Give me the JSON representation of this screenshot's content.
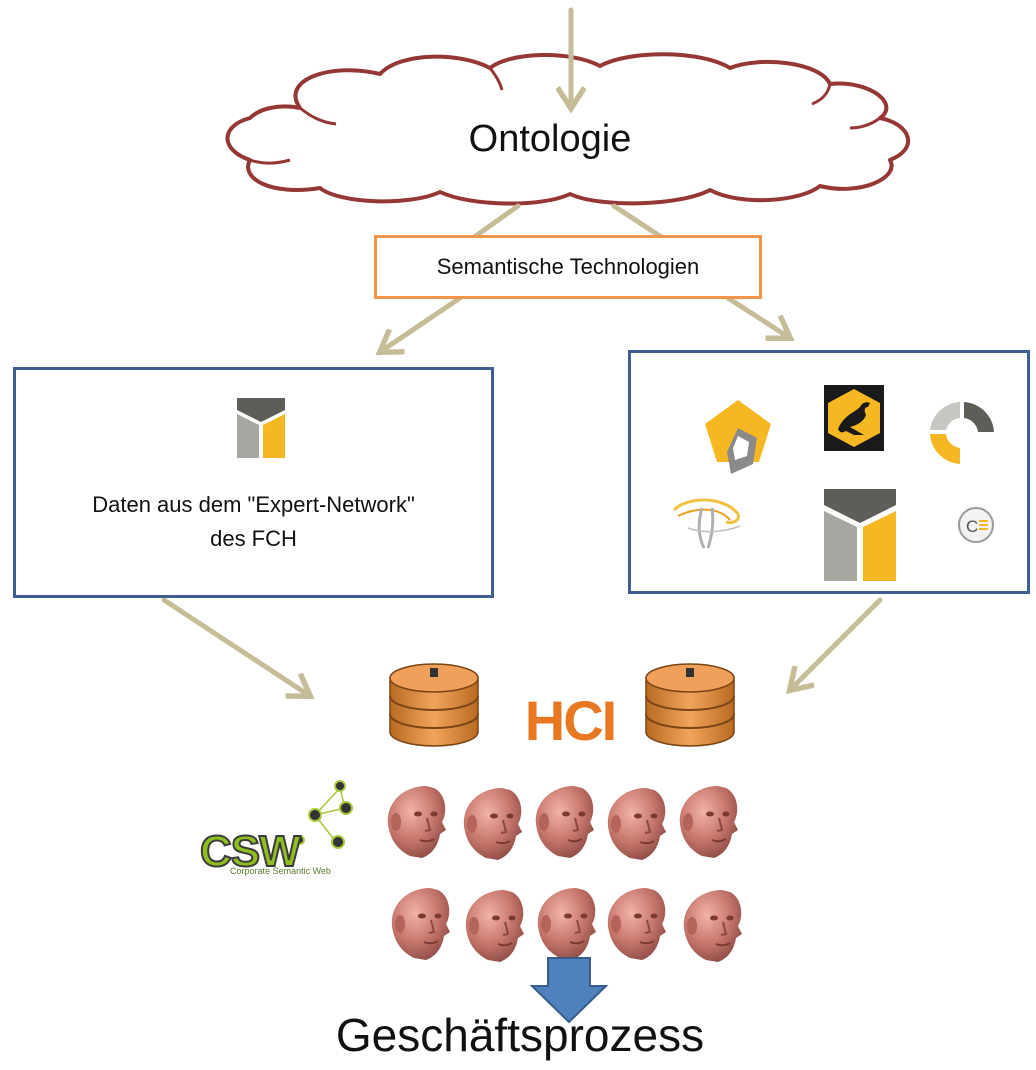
{
  "cloud": {
    "label": "Ontologie"
  },
  "technologies": {
    "label": "Semantische Technologien"
  },
  "data_box": {
    "line1": "Daten aus dem \"Expert-Network\"",
    "line2": "des FCH"
  },
  "hci": {
    "label": "HCI"
  },
  "csw_logo": {
    "text": "CSW",
    "subtitle": "Corporate Semantic Web"
  },
  "result": {
    "label": "Geschäftsprozess"
  },
  "tool_logos": [
    "pentagon-logo",
    "kangaroo-logo",
    "ring-logo",
    "swirl-logo",
    "y-logo",
    "c-logo"
  ],
  "heads": {
    "rows": 2,
    "per_row": 5
  },
  "colors": {
    "cloud_stroke": "#953735",
    "arrow": "#c6bd98",
    "tech_border": "#f0954a",
    "box_border": "#3d5f8f",
    "hci_orange": "#e87722",
    "down_arrow": "#4f81bd",
    "logo_yellow": "#f5b823",
    "logo_gray": "#5f5d58"
  }
}
